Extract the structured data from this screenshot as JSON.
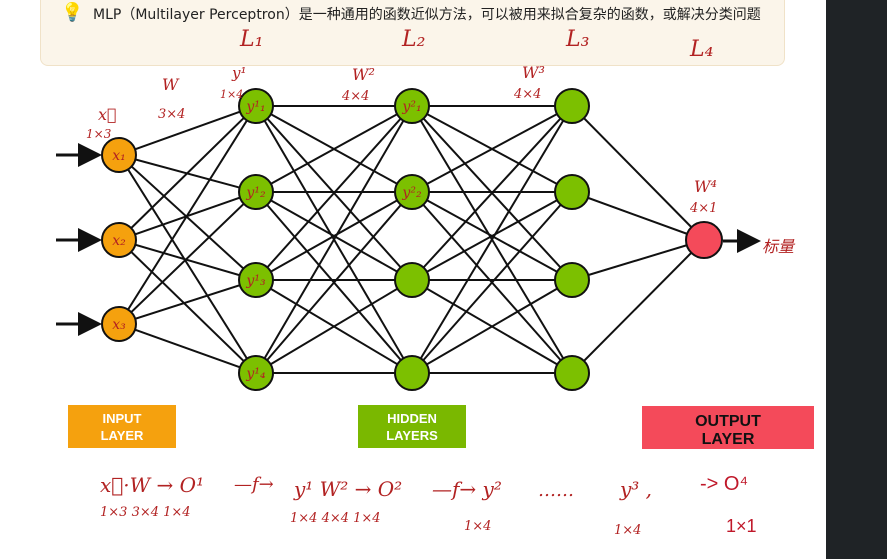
{
  "tip": {
    "icon": "lightbulb-icon",
    "text": "MLP（Multilayer Perceptron）是一种通用的函数近似方法，可以被用来拟合复杂的函数，或解决分类问题"
  },
  "layer_tags": {
    "l1": "L₁",
    "l2": "L₂",
    "l3": "L₃",
    "l4": "L₄"
  },
  "labels": {
    "input_layer": [
      "INPUT",
      "LAYER"
    ],
    "hidden_layers": [
      "HIDDEN",
      "LAYERS"
    ],
    "output_layer": [
      "OUTPUT",
      "LAYER"
    ]
  },
  "nodes": {
    "input": [
      "x₁",
      "x₂",
      "x₃"
    ],
    "hidden1": [
      "y¹₁",
      "y¹₂",
      "y¹₃",
      "y¹₄"
    ],
    "hidden2": [
      "y²₁",
      "y²₂",
      "",
      ""
    ],
    "hidden3": [
      "",
      "",
      "",
      ""
    ],
    "output": [
      ""
    ]
  },
  "annotations": {
    "x_vec": "x⃗",
    "x_dim": "1×3",
    "w1": "W",
    "w1_dim": "3×4",
    "y1": "y¹",
    "y1_dim": "1×4",
    "w2": "W²",
    "w2_dim": "4×4",
    "w3": "W³",
    "w3_dim": "4×4",
    "w4": "W⁴",
    "w4_dim": "4×1",
    "output_word": "标量"
  },
  "formula": {
    "t1": "x⃗·W → O¹",
    "t1_dims": "1×3  3×4    1×4",
    "t2": "—f→",
    "t3": "y¹ W² → O²",
    "t3_dims": "1×4  4×4    1×4",
    "t4": "—f→ y²",
    "t4_dim": "1×4",
    "t5": "……",
    "t6": "y³ ,",
    "t6_dim": "1×4",
    "t7": "-> O⁴",
    "t7_dim": "1×1"
  },
  "colors": {
    "input_node": "#f5a10e",
    "hidden_node": "#7cc000",
    "output_node": "#f44a5a",
    "input_label_bg": "#f5a10e",
    "hidden_label_bg": "#7ab800",
    "output_label_bg": "#f44a5a",
    "ink": "#b22222"
  }
}
